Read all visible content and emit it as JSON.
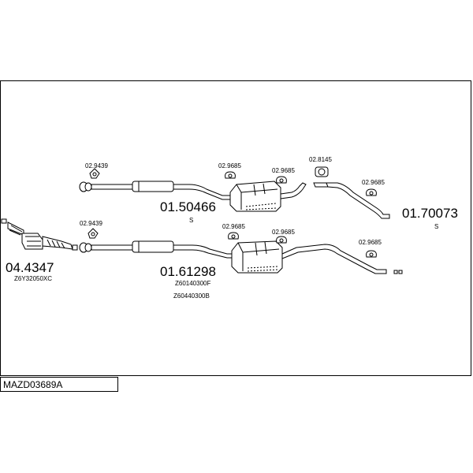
{
  "diagram_code": "MAZD03689A",
  "parts": {
    "upper_front_part": "01.50466",
    "upper_front_suffix": "S",
    "upper_rear_part": "01.70073",
    "upper_rear_suffix": "S",
    "lower_main_part": "01.61298",
    "lower_ref_1": "Z60140300F",
    "lower_ref_2": "Z60440300B",
    "catalyst_part": "04.4347",
    "catalyst_ref": "Z6Y32050XC"
  },
  "fittings": {
    "upper_clamp_left": "02.9439",
    "upper_hanger_mid": "02.9685",
    "upper_hanger_right": "02.9685",
    "upper_gasket": "02.8145",
    "upper_hanger_tail": "02.9685",
    "lower_clamp_left": "02.9439",
    "lower_hanger_mid": "02.9685",
    "lower_hanger_right": "02.9685",
    "lower_hanger_tail": "02.9685"
  }
}
